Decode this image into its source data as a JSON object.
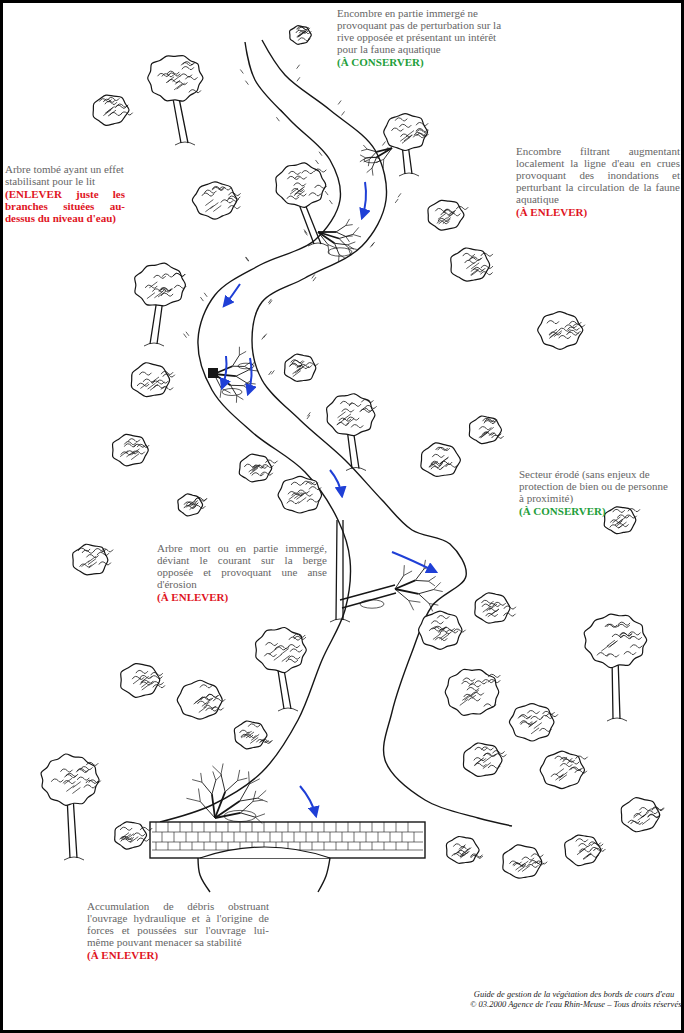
{
  "diagram": {
    "labels": [
      "Encombre en partie immergé ne provoquant pas de perturbation sur la rive opposée et présentant un intérêt pour la faune aquatique",
      "(À CONSERVER)",
      "Encombre filtrant augmentant localement la ligne d'eau en crues provoquant des inondations et perturbant la circulation de la faune aquatique",
      "(À ENLEVER)",
      "Arbre tombé ayant un effet stabilisant pour le lit",
      "(ENLEVER juste les branches situées au-dessus du niveau d'eau)",
      "Secteur érodé (sans enjeux de protection de bien ou de personne à proximité)",
      "(À CONSERVER)",
      "Arbre mort ou en partie immergé, déviant le courant sur la berge opposée et provoquant une anse d'érosion",
      "(À ENLEVER)",
      "Accumulation de débris obstruant l'ouvrage hydraulique et à l'origine de forces et poussées sur l'ouvrage lui-même pouvant menacer sa stabilité",
      "(À ENLEVER)",
      "Guide de gestion de la végétation des bords de cours d'eau",
      "© 03.2000 Agence de l'eau Rhin-Meuse – Tous droits réservés"
    ]
  }
}
